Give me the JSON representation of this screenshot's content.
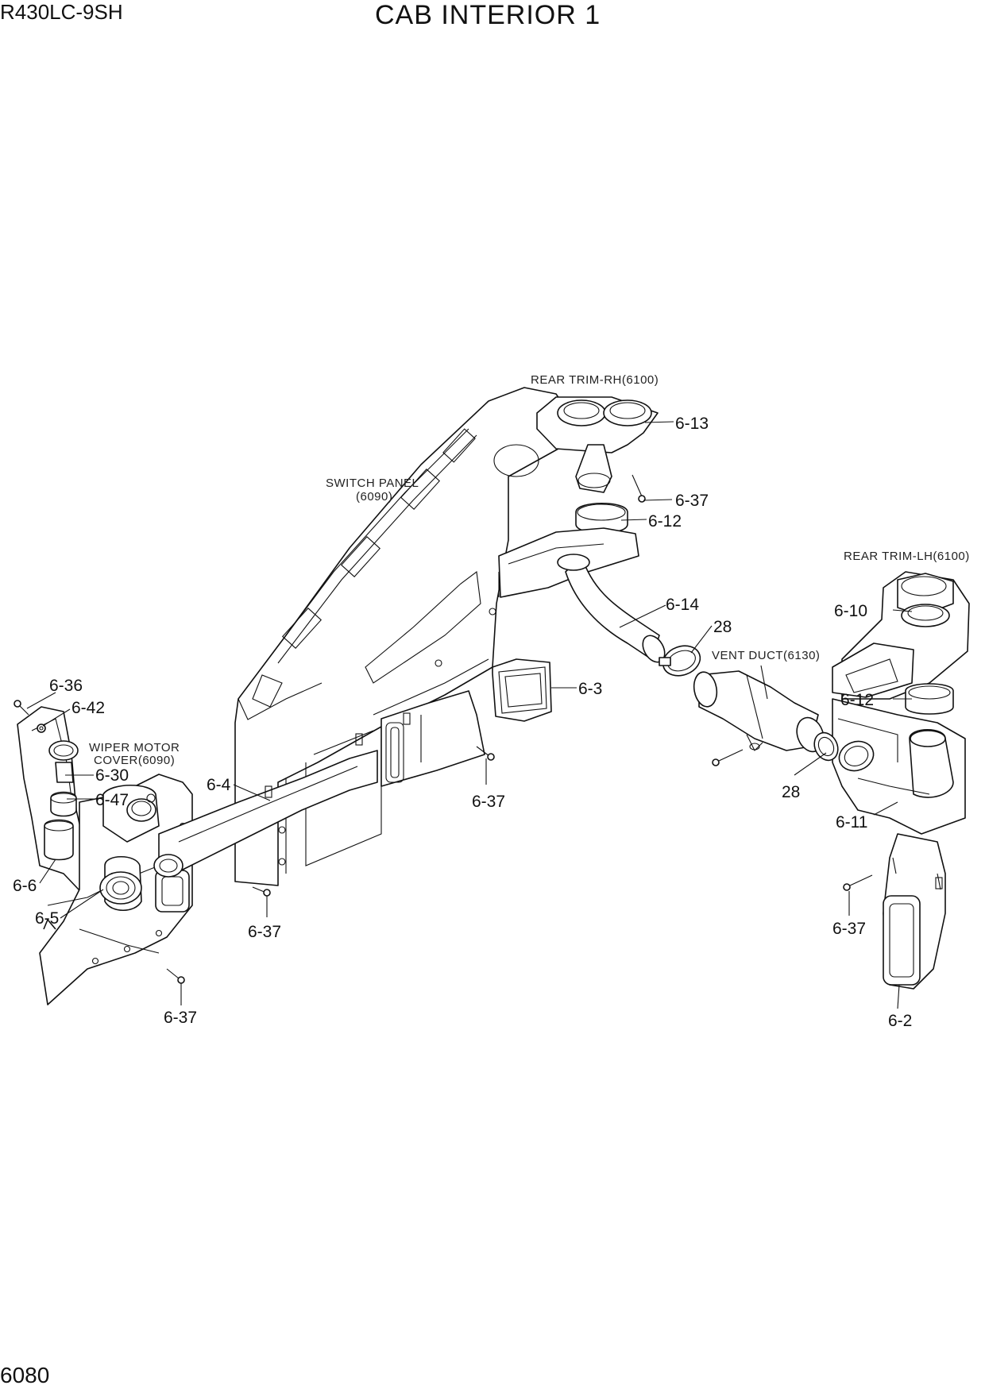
{
  "header": {
    "model": "R430LC-9SH",
    "title": "CAB INTERIOR 1",
    "page_number": "6080"
  },
  "references": {
    "rear_trim_rh": "REAR TRIM-RH(6100)",
    "switch_panel_1": "SWITCH PANEL",
    "switch_panel_2": "(6090)",
    "rear_trim_lh": "REAR TRIM-LH(6100)",
    "vent_duct": "VENT DUCT(6130)",
    "wiper_cover_1": "WIPER MOTOR",
    "wiper_cover_2": "COVER(6090)"
  },
  "parts": {
    "p6_13": "6-13",
    "p6_37_a": "6-37",
    "p6_12_a": "6-12",
    "p6_14": "6-14",
    "p28_a": "28",
    "p6_10": "6-10",
    "p6_12_b": "6-12",
    "p6_3": "6-3",
    "p6_36": "6-36",
    "p6_42": "6-42",
    "p6_30": "6-30",
    "p6_47": "6-47",
    "p6_4": "6-4",
    "p6_37_b": "6-37",
    "p28_b": "28",
    "p6_11": "6-11",
    "p6_6": "6-6",
    "p6_5": "6-5",
    "p6_37_c": "6-37",
    "p6_37_d": "6-37",
    "p6_37_e": "6-37",
    "p6_2": "6-2"
  }
}
